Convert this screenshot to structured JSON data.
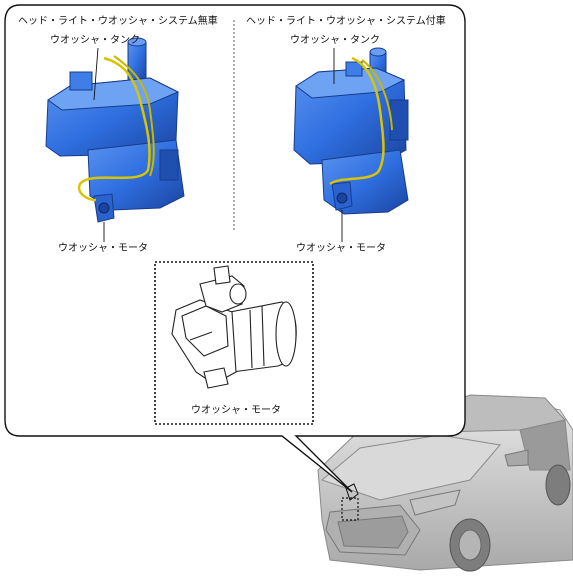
{
  "panel_left": {
    "heading": "ヘッド・ライト・ウオッシャ・システム無車",
    "tank_label": "ウオッシャ・タンク",
    "motor_label": "ウオッシャ・モータ"
  },
  "panel_right": {
    "heading": "ヘッド・ライト・ウオッシャ・システム付車",
    "tank_label": "ウオッシャ・タンク",
    "motor_label": "ウオッシャ・モータ"
  },
  "detail": {
    "motor_label": "ウオッシャ・モータ"
  },
  "colors": {
    "tank_blue": "#2f6fe0",
    "tank_dark": "#1d4aa8",
    "hose_yellow": "#d8c400",
    "car_gray": "#cfcfcf"
  }
}
